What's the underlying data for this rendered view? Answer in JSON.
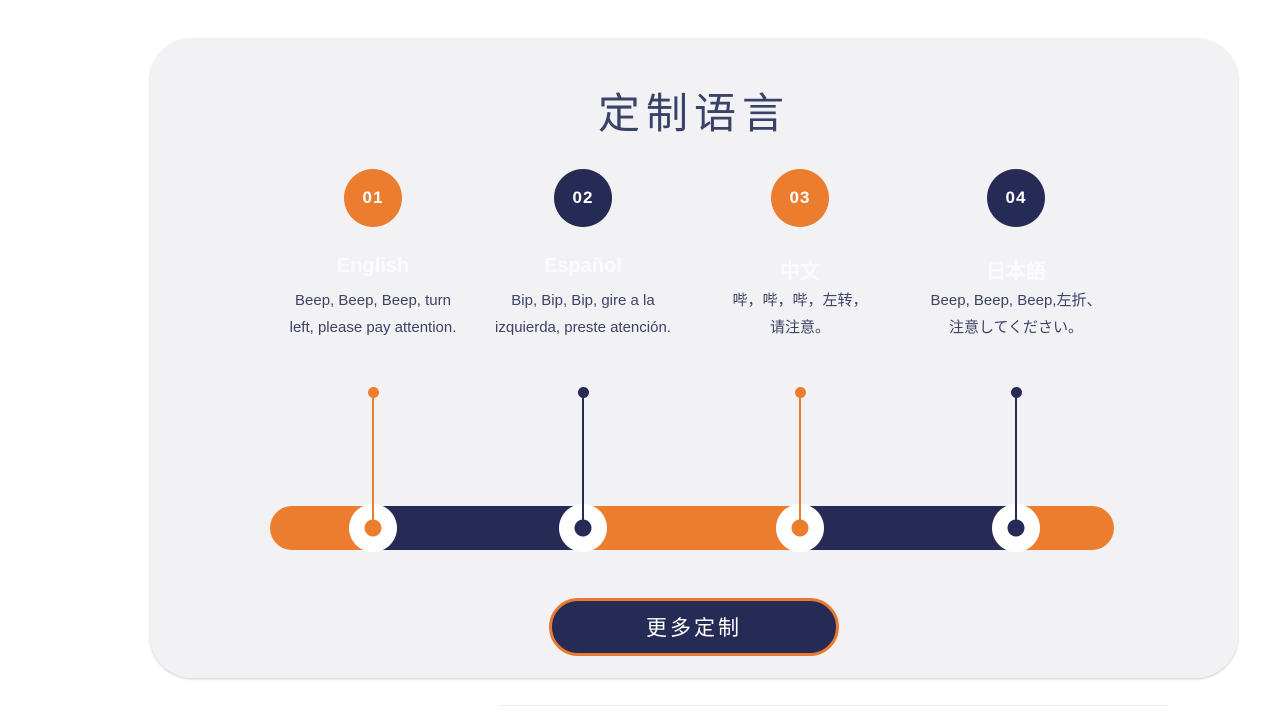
{
  "panel": {
    "title": "定制语言",
    "background": "#f2f2f4"
  },
  "steps": [
    {
      "number": "01",
      "language": "English",
      "color": "#EC7D2F",
      "lines": [
        "Beep, Beep, Beep, turn",
        "left, please pay attention."
      ]
    },
    {
      "number": "02",
      "language": "Español",
      "color": "#262B56",
      "lines": [
        "Bip, Bip, Bip, gire a la",
        "izquierda, preste atención."
      ]
    },
    {
      "number": "03",
      "language": "中文",
      "color": "#EC7D2F",
      "lines": [
        "哔，哔，哔，左转，",
        "请注意。"
      ]
    },
    {
      "number": "04",
      "language": "日本語",
      "color": "#262B56",
      "lines": [
        "Beep, Beep, Beep,左折、",
        "注意してください。"
      ]
    }
  ],
  "cta": {
    "label": "更多定制"
  },
  "colors": {
    "orange": "#EC7D2F",
    "navy": "#262B56",
    "text": "#3d4266",
    "faint_label": "#fbfbfd"
  }
}
